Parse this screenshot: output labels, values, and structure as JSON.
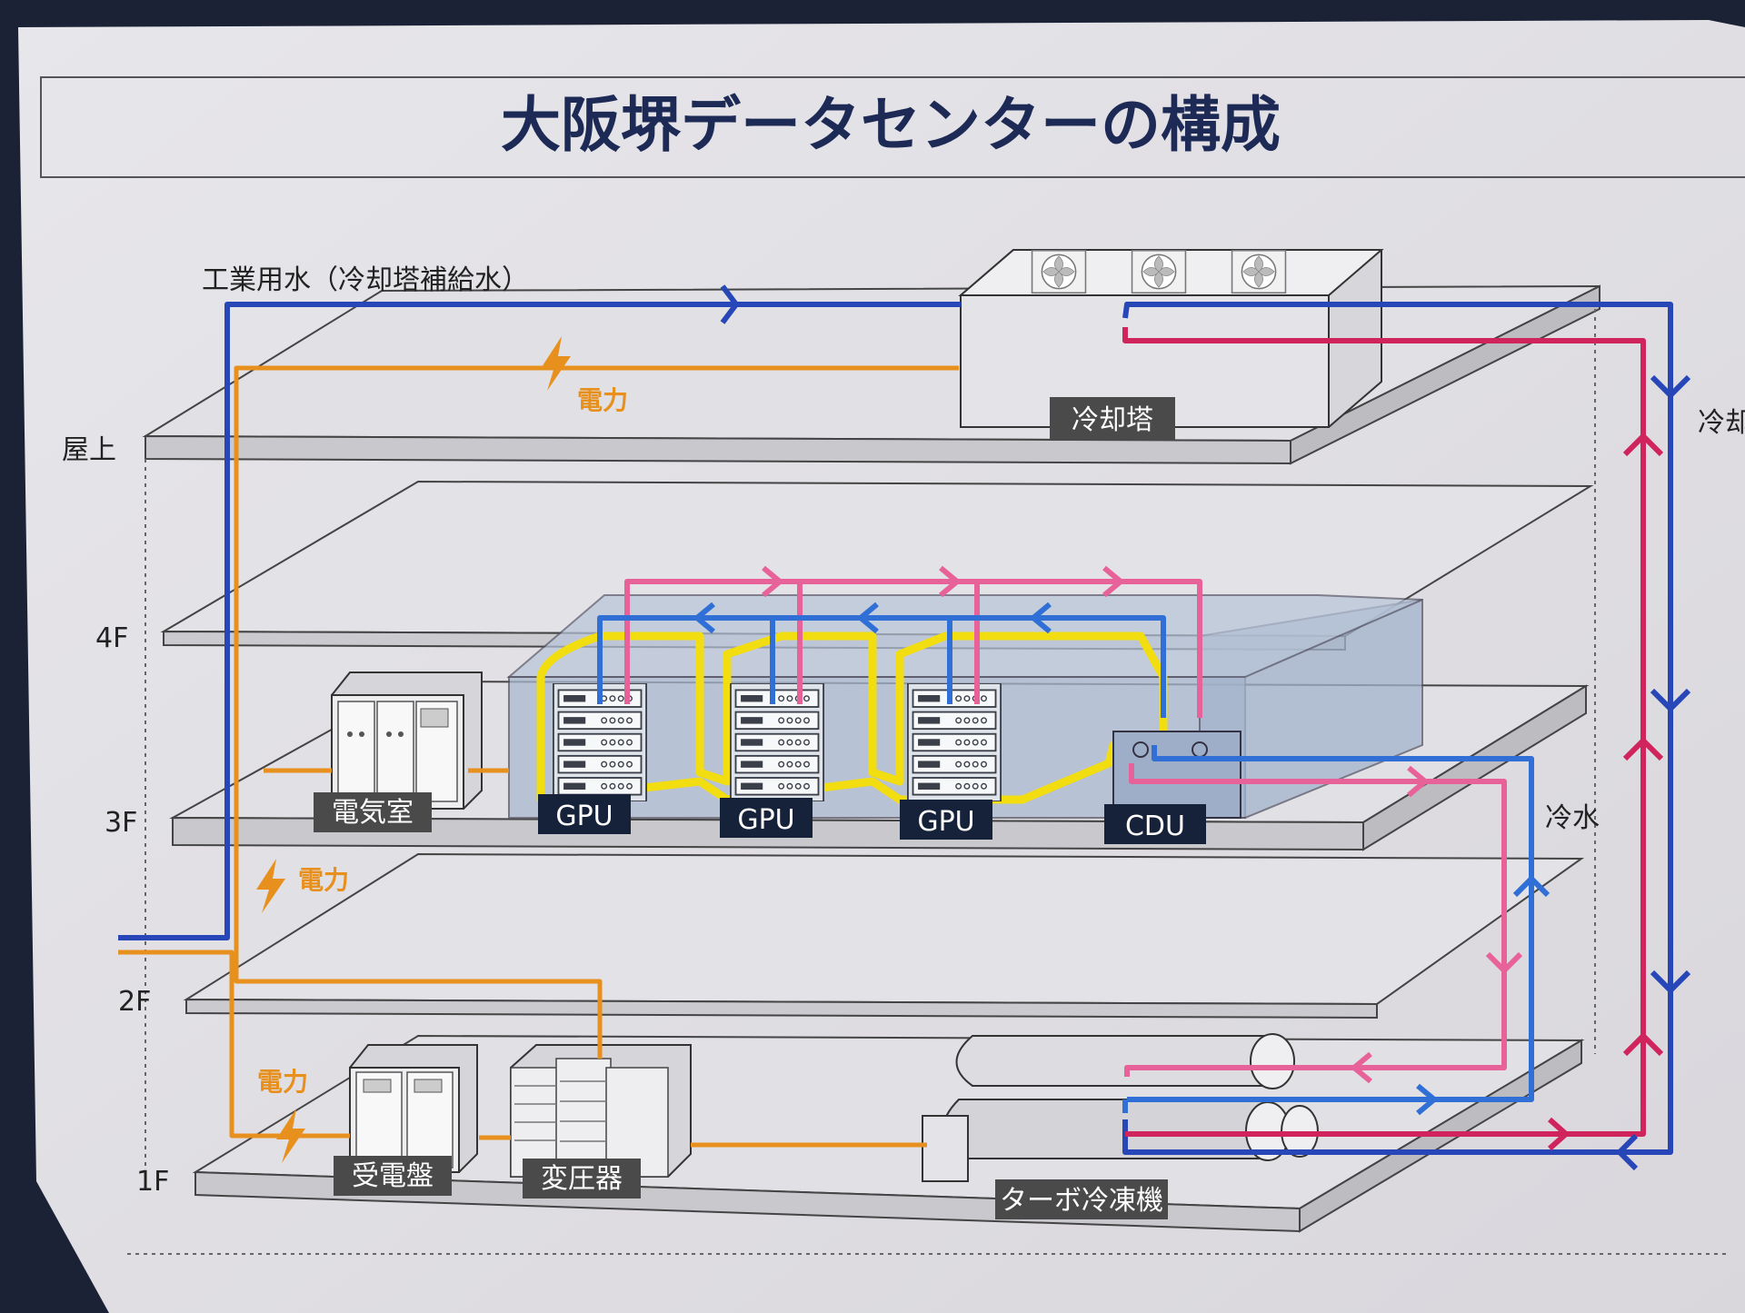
{
  "title": "大阪堺データセンターの構成",
  "floors": [
    "屋上",
    "4F",
    "3F",
    "2F",
    "1F"
  ],
  "flows": {
    "industrial_water": "工業用水（冷却塔補給水）",
    "power": "電力",
    "cooling_water": "冷却",
    "chilled_water": "冷水"
  },
  "equipment": {
    "cooling_tower": "冷却塔",
    "electrical_room": "電気室",
    "gpu": "GPU",
    "cdu": "CDU",
    "power_receiving_panel": "受電盤",
    "transformer": "変圧器",
    "turbo_chiller": "ターボ冷凍機"
  },
  "colors": {
    "water_blue": "#2746b8",
    "chilled_blue": "#2f6fd6",
    "return_red": "#d0245c",
    "warm_pink": "#e8629a",
    "power_orange": "#e8901e",
    "containment_yellow": "#f2dd10",
    "label_bg": "#4a4a4a",
    "label_dark": "#16213a",
    "title_navy": "#1c2a55"
  },
  "icons": [
    "fan-icon",
    "lightning-icon",
    "flow-arrow-icon"
  ]
}
